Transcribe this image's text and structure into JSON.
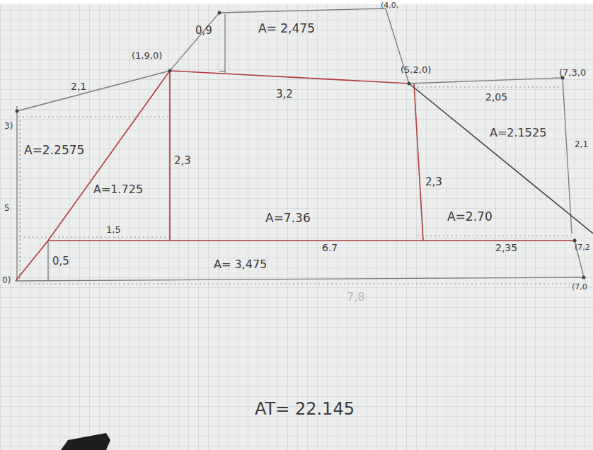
{
  "diagram": {
    "labels": [
      "(1,9,0)",
      "0,9",
      "A= 2,475",
      "(4,0,",
      "(5,2,0)",
      "(7,3,0",
      "2,1",
      "3,2",
      "2,05",
      "A=2.2575",
      "2,3",
      "2,3",
      "A=1.725",
      "A=2.1525",
      "A=7.36",
      "A=2.70",
      "1,5",
      "6.7",
      "2,35",
      "0,5",
      "A= 3,475",
      "7,8",
      "AT= 22.145",
      "2,1",
      "(7,2",
      "(7,0",
      "0)",
      "5",
      "3)"
    ]
  }
}
